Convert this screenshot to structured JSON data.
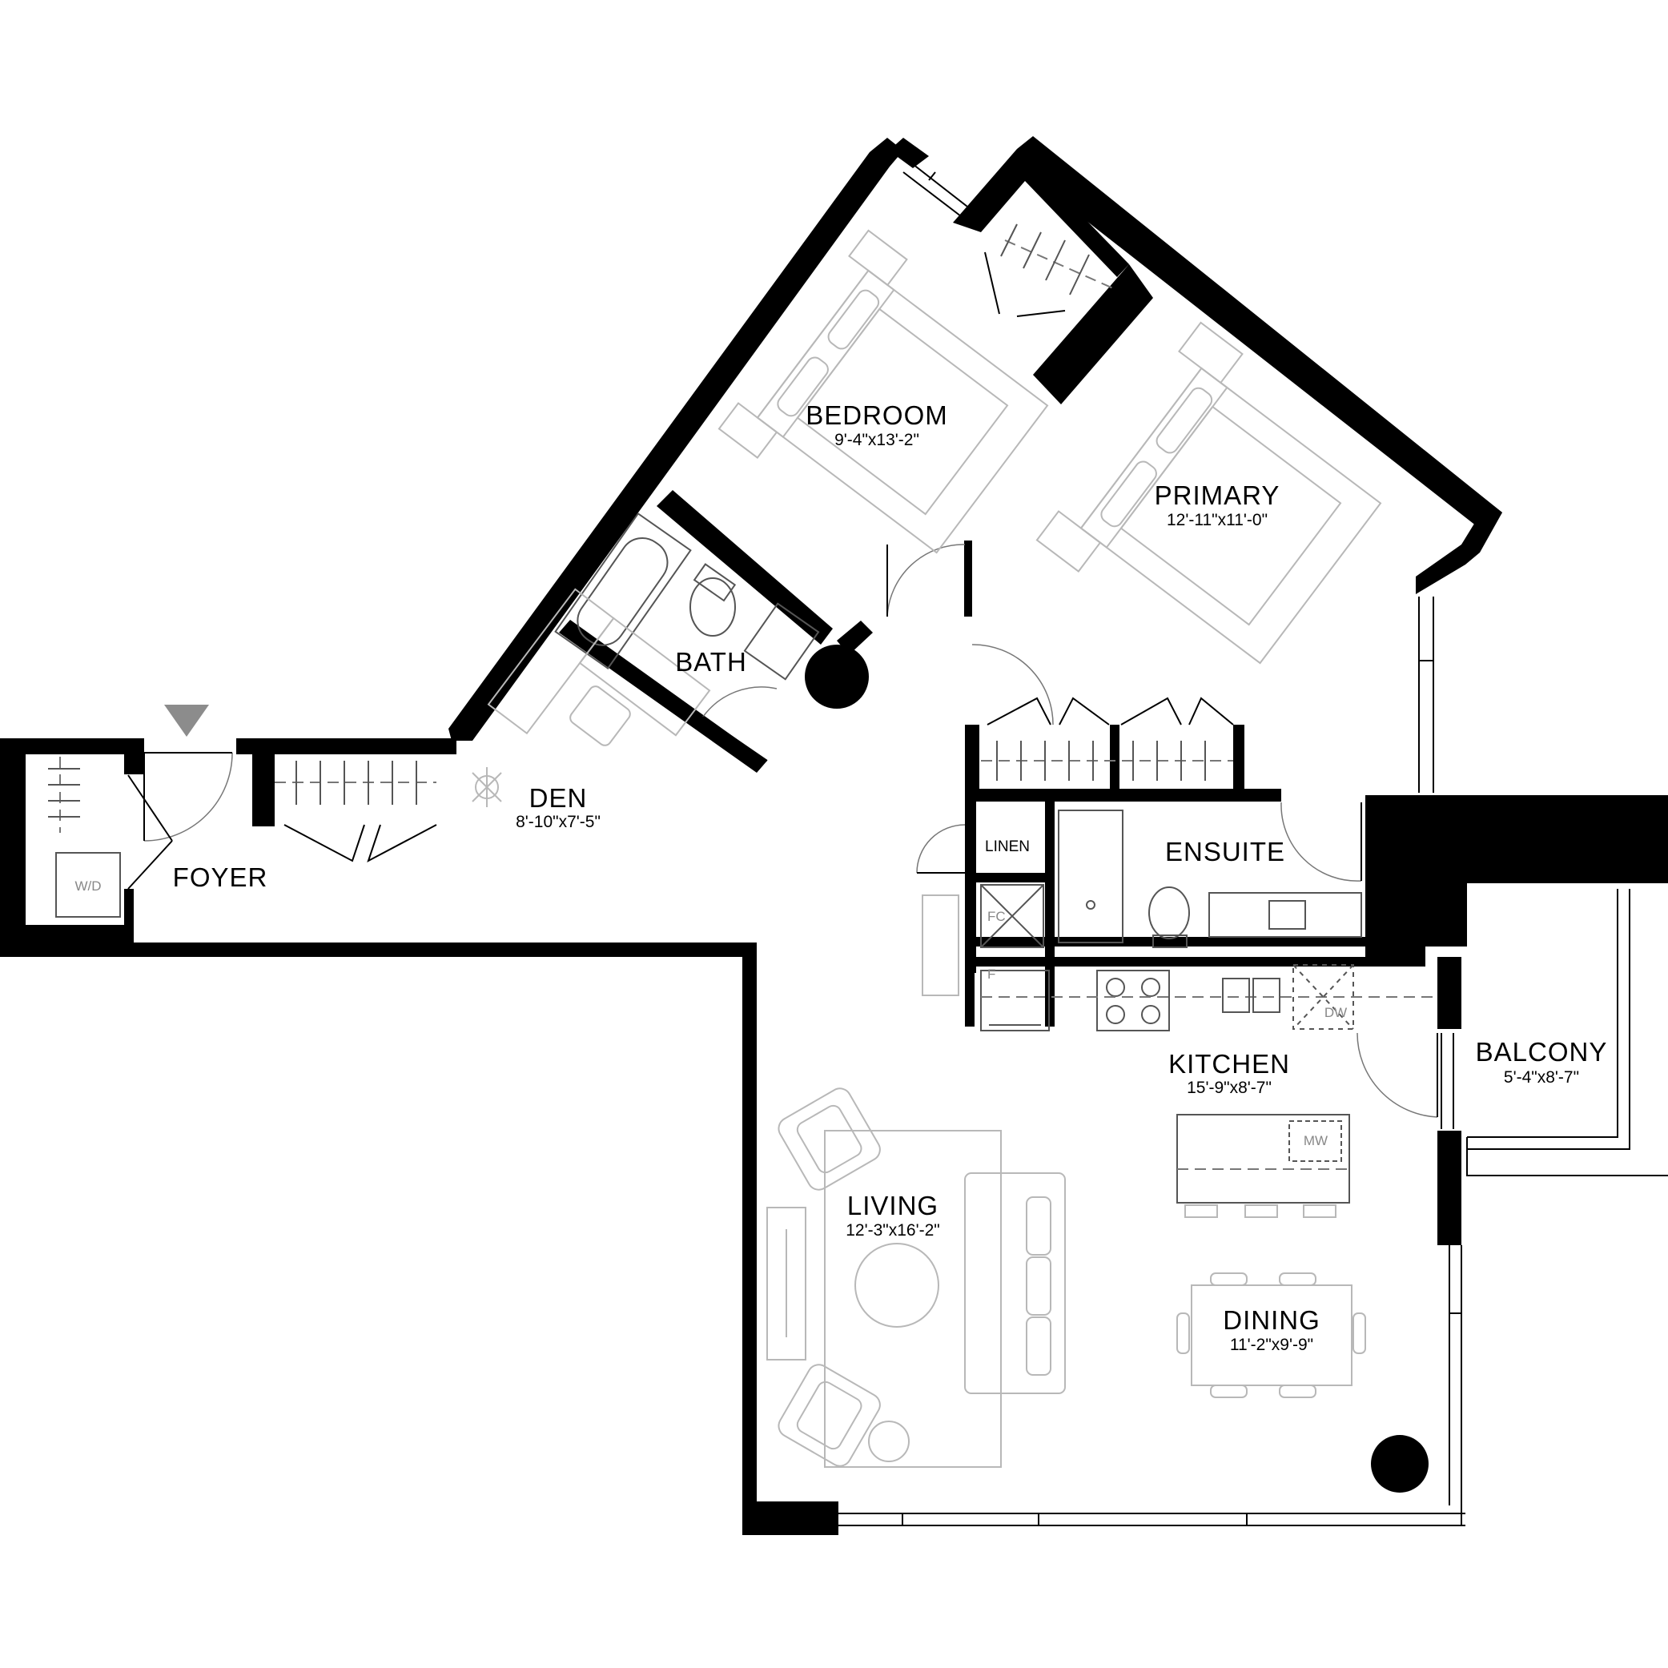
{
  "rooms": {
    "bedroom": {
      "name": "BEDROOM",
      "dims": "9'-4\"x13'-2\""
    },
    "primary": {
      "name": "PRIMARY",
      "dims": "12'-11\"x11'-0\""
    },
    "bath": {
      "name": "BATH"
    },
    "den": {
      "name": "DEN",
      "dims": "8'-10\"x7'-5\""
    },
    "foyer": {
      "name": "FOYER"
    },
    "linen": {
      "name": "LINEN"
    },
    "ensuite": {
      "name": "ENSUITE"
    },
    "kitchen": {
      "name": "KITCHEN",
      "dims": "15'-9\"x8'-7\""
    },
    "balcony": {
      "name": "BALCONY",
      "dims": "5'-4\"x8'-7\""
    },
    "living": {
      "name": "LIVING",
      "dims": "12'-3\"x16'-2\""
    },
    "dining": {
      "name": "DINING",
      "dims": "11'-2\"x9'-9\""
    }
  },
  "fixtures": {
    "washer_dryer": "W/D",
    "fan_coil": "FC",
    "fridge": "F",
    "dishwasher": "DW",
    "microwave": "MW"
  },
  "colors": {
    "wall": "#000000",
    "furniture": "#b8b8b8",
    "entry_marker": "#8c8c8c"
  }
}
